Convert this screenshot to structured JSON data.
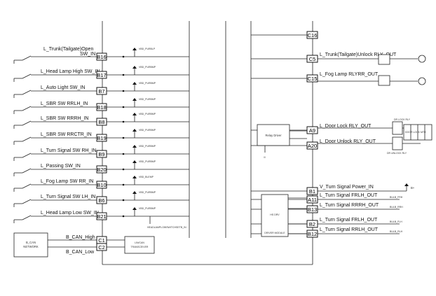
{
  "left_pins": [
    {
      "pin": "B16",
      "label_lines": [
        "L_Trunk(Tailgate)Open",
        "SW_IN"
      ],
      "pullup": "VBD_PURBLP"
    },
    {
      "pin": "B17",
      "label_lines": [
        "L_Head Lamp High SW_IN"
      ],
      "pullup": "VBD_PURBMP"
    },
    {
      "pin": "B7",
      "label_lines": [
        "L_Auto Light SW_IN"
      ],
      "pullup": "VBD_PURBMP"
    },
    {
      "pin": "B18",
      "label_lines": [
        "L_SBR SW RRLH_IN"
      ],
      "pullup": "VBD_PURBMP"
    },
    {
      "pin": "B8",
      "label_lines": [
        "L_SBR SW RRRH_IN"
      ],
      "pullup": "VBD_PURBMP"
    },
    {
      "pin": "B19",
      "label_lines": [
        "L_SBR SW RRCTR_IN"
      ],
      "pullup": "VBD_PURBMP"
    },
    {
      "pin": "B9",
      "label_lines": [
        "L_Turn Signal SW RH_IN"
      ],
      "pullup": "VBD_PURBMP"
    },
    {
      "pin": "B20",
      "label_lines": [
        "L_Passing SW_IN"
      ],
      "pullup": "VBD_PURBMP"
    },
    {
      "pin": "B10",
      "label_lines": [
        "L_Fog Lamp SW RR_IN"
      ],
      "pullup": "VBD_BLEMP"
    },
    {
      "pin": "B6",
      "label_lines": [
        "L_Turn Signal SW LH_IN"
      ],
      "pullup": "VBD_PURBMP"
    },
    {
      "pin": "B21",
      "label_lines": [
        "L_Head Lamp Low SW_IN"
      ],
      "pullup": "VBD_PURBMP"
    }
  ],
  "left_note": "HEADLAMPLOWSWITCHSETB_IN",
  "can_pins": [
    {
      "pin": "C1",
      "label": "B_CAN_High"
    },
    {
      "pin": "C2",
      "label": "B_CAN_Low"
    }
  ],
  "can_network_box": [
    "B_CAN",
    "NETWORK"
  ],
  "can_transceiver_box": [
    "LIN/CAN",
    "TRANSCEIVER"
  ],
  "relay_driver_box": "Relay Driver",
  "driver_box": [
    "HS DRV",
    "DRIVER MODULE"
  ],
  "right_pins": [
    {
      "pin": "C16",
      "label": ""
    },
    {
      "pin": "C5",
      "label": "L_Trunk(Tailgate)Unlock RLY_OUT"
    },
    {
      "pin": "C15",
      "label": "L_Fog Lamp RLYRR_OUT"
    },
    {
      "pin": "A9",
      "label": "L_Door Lock RLY_OUT"
    },
    {
      "pin": "A20",
      "label": "L_Door Unlock RLY_OUT"
    },
    {
      "pin": "B1",
      "label": "V_Turn Signal Power_IN"
    },
    {
      "pin": "A11",
      "label": "L_Turn Signal FRLH_OUT"
    },
    {
      "pin": "B13",
      "label": "L_Turn Signal RRRH_OUT"
    },
    {
      "pin": "B2",
      "label": "L_Turn Signal FRLH_OUT"
    },
    {
      "pin": "B12",
      "label": "L_Turn Signal RRLH_OUT"
    }
  ],
  "battery_mark": "B+",
  "lamp_tags": [
    "BULB_FRH",
    "BULB_RRH",
    "BULB_FLH",
    "BULB_RLH"
  ],
  "door_lock_tags": [
    "DR LOCK RLY",
    "DR UNLOCK RLY",
    "DOOR LOCK MTR"
  ]
}
